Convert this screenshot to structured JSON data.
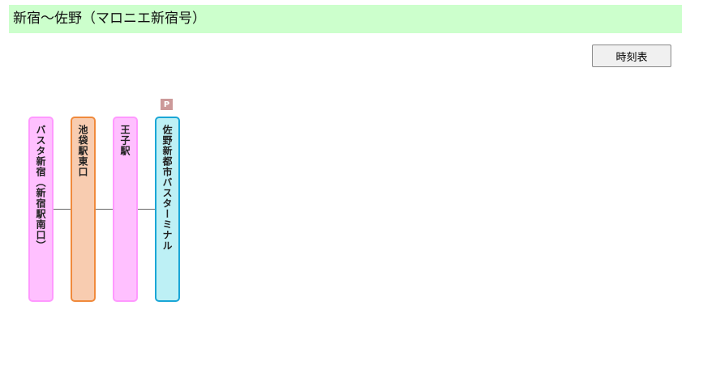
{
  "title": "新宿～佐野（マロニエ新宿号）",
  "timetable_button": "時刻表",
  "stops": [
    {
      "name": "バスタ新宿（新宿駅南口）",
      "color": "#ffc0ff"
    },
    {
      "name": "池袋駅東口",
      "color": "#f8ccb0"
    },
    {
      "name": "王子駅",
      "color": "#ffc0ff"
    },
    {
      "name": "佐野新都市バスターミナル",
      "color": "#bdf0f5",
      "parking": "P"
    }
  ]
}
